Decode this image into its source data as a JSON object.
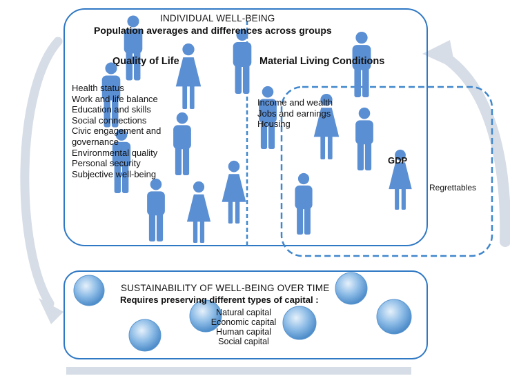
{
  "individual": {
    "title": "INDIVIDUAL WELL-BEING",
    "subtitle": "Population averages and differences across groups"
  },
  "quality_of_life": {
    "heading": "Quality of Life",
    "items": [
      "Health status",
      "Work and life balance",
      "Education and skills",
      "Social connections",
      "Civic engagement and",
      "governance",
      "Environmental quality",
      "Personal security",
      "Subjective well-being"
    ]
  },
  "material_living": {
    "heading": "Material Living Conditions",
    "items": [
      "Income and wealth",
      "Jobs and earnings",
      "Housing"
    ]
  },
  "gdp": {
    "label": "GDP",
    "regrettables": "Regrettables"
  },
  "sustainability": {
    "title": "SUSTAINABILITY OF WELL-BEING OVER TIME",
    "subtitle": "Requires preserving different types of capital :",
    "capitals": [
      "Natural capital",
      "Economic capital",
      "Human capital",
      "Social capital"
    ]
  },
  "colors": {
    "figure": "#5b8fd3",
    "box_border": "#2f78c4",
    "dashed": "#3f86cc",
    "arrow": "#d6dde6",
    "globe": "#6ea8dc"
  }
}
